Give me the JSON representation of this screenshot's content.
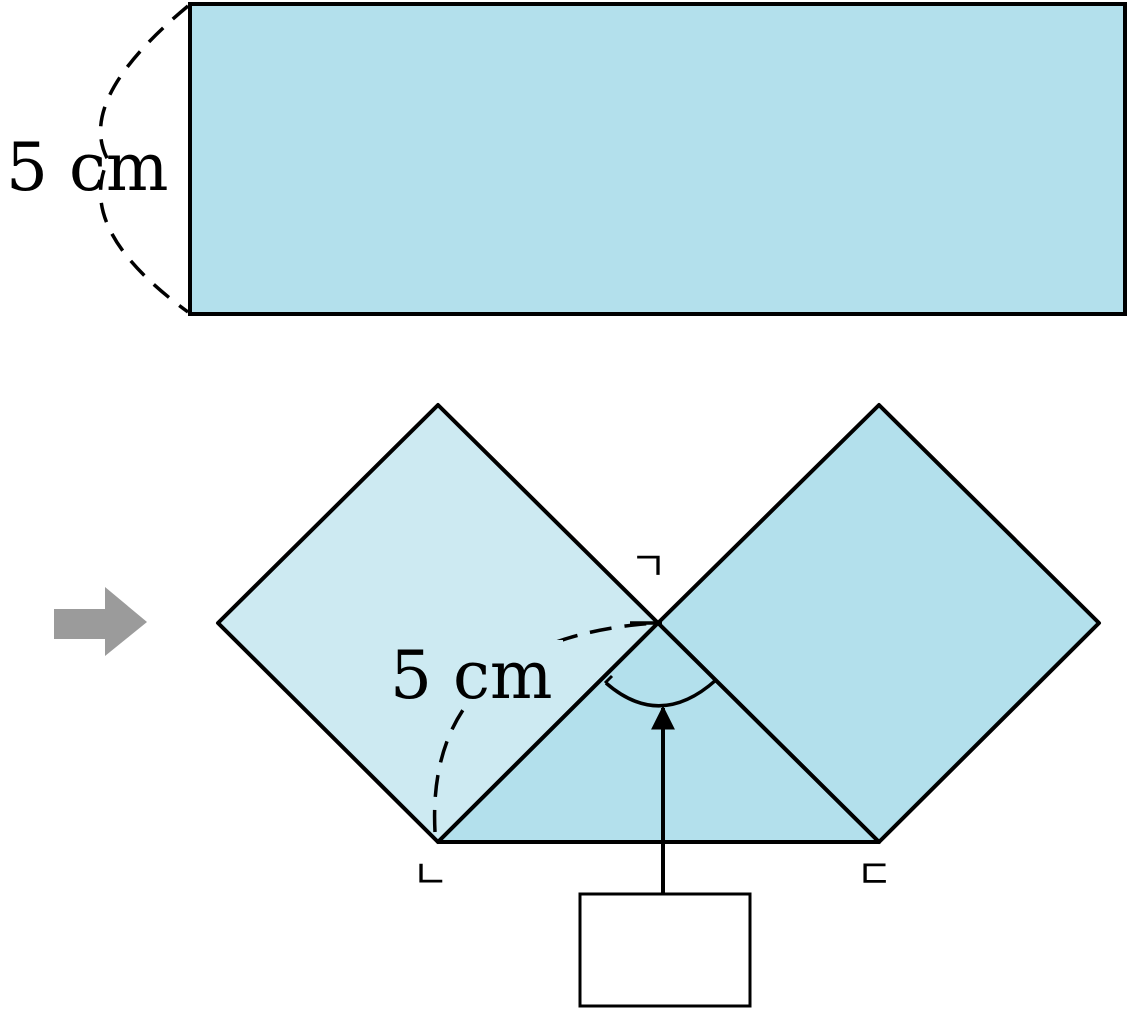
{
  "figure": {
    "strip_dimension_label": "5 cm",
    "fold_dimension_label": "5 cm",
    "vertex_top_label": "ㄱ",
    "vertex_left_label": "ㄴ",
    "vertex_right_label": "ㄷ",
    "answer_box_text": ""
  },
  "colors": {
    "strip_fill": "#b3e0ec",
    "folded_light_fill": "#cdeaf2",
    "folded_fill": "#b3e0ec",
    "arrow_fill": "#9b9b9b",
    "stroke": "#000000"
  },
  "icons": {
    "step_arrow": "right-arrow-icon"
  }
}
